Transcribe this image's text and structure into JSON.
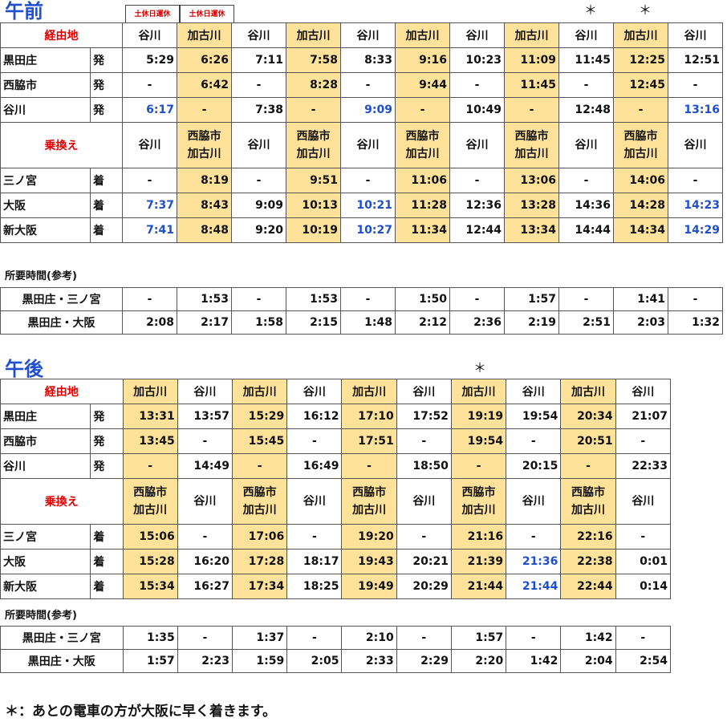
{
  "colors": {
    "accent": "#1f4fcf",
    "highlight": "#ffe29a",
    "red_label": "#e00000"
  },
  "am": {
    "title": "午前",
    "holiday_flag": "土休日運休",
    "star": "＊",
    "headers": {
      "via": "経由地",
      "transfer": "乗換え"
    },
    "routes": [
      "谷川",
      "加古川",
      "谷川",
      "加古川",
      "谷川",
      "加古川",
      "谷川",
      "加古川",
      "谷川",
      "加古川",
      "谷川"
    ],
    "transfers": [
      "谷川",
      "西脇市\n加古川",
      "谷川",
      "西脇市\n加古川",
      "谷川",
      "西脇市\n加古川",
      "谷川",
      "西脇市\n加古川",
      "谷川",
      "西脇市\n加古川",
      "谷川"
    ],
    "stops_top": [
      {
        "station": "黒田庄",
        "kind": "発",
        "times": [
          "5:29",
          "6:26",
          "7:11",
          "7:58",
          "8:33",
          "9:16",
          "10:23",
          "11:09",
          "11:45",
          "12:25",
          "12:51"
        ]
      },
      {
        "station": "西脇市",
        "kind": "発",
        "times": [
          "-",
          "6:42",
          "-",
          "8:28",
          "-",
          "9:44",
          "-",
          "11:45",
          "-",
          "12:45",
          "-"
        ]
      },
      {
        "station": "谷川",
        "kind": "発",
        "times": [
          "6:17",
          "-",
          "7:38",
          "-",
          "9:09",
          "-",
          "10:49",
          "-",
          "12:48",
          "-",
          "13:16"
        ]
      }
    ],
    "stops_bottom": [
      {
        "station": "三ノ宮",
        "kind": "着",
        "times": [
          "-",
          "8:19",
          "-",
          "9:51",
          "-",
          "11:06",
          "-",
          "13:06",
          "-",
          "14:06",
          "-"
        ]
      },
      {
        "station": "大阪",
        "kind": "着",
        "times": [
          "7:37",
          "8:43",
          "9:09",
          "10:13",
          "10:21",
          "11:28",
          "12:36",
          "13:28",
          "14:36",
          "14:28",
          "14:23"
        ]
      },
      {
        "station": "新大阪",
        "kind": "着",
        "times": [
          "7:41",
          "8:48",
          "9:20",
          "10:19",
          "10:27",
          "11:34",
          "12:44",
          "13:34",
          "14:44",
          "14:34",
          "14:29"
        ]
      }
    ],
    "required_title": "所要時間(参考)",
    "required": [
      {
        "label": "黒田庄・三ノ宮",
        "values": [
          "-",
          "1:53",
          "-",
          "1:53",
          "-",
          "1:50",
          "-",
          "1:57",
          "-",
          "1:41",
          "-"
        ]
      },
      {
        "label": "黒田庄・大阪",
        "values": [
          "2:08",
          "2:17",
          "1:58",
          "2:15",
          "1:48",
          "2:12",
          "2:36",
          "2:19",
          "2:51",
          "2:03",
          "1:32"
        ]
      }
    ]
  },
  "pm": {
    "title": "午後",
    "star": "＊",
    "headers": {
      "via": "経由地",
      "transfer": "乗換え"
    },
    "routes": [
      "加古川",
      "谷川",
      "加古川",
      "谷川",
      "加古川",
      "谷川",
      "加古川",
      "谷川",
      "加古川",
      "谷川"
    ],
    "transfers": [
      "西脇市\n加古川",
      "谷川",
      "西脇市\n加古川",
      "谷川",
      "西脇市\n加古川",
      "谷川",
      "西脇市\n加古川",
      "谷川",
      "西脇市\n加古川",
      "谷川"
    ],
    "stops_top": [
      {
        "station": "黒田庄",
        "kind": "発",
        "times": [
          "13:31",
          "13:57",
          "15:29",
          "16:12",
          "17:10",
          "17:52",
          "19:19",
          "19:54",
          "20:34",
          "21:07"
        ]
      },
      {
        "station": "西脇市",
        "kind": "発",
        "times": [
          "13:45",
          "-",
          "15:45",
          "-",
          "17:51",
          "-",
          "19:54",
          "-",
          "20:51",
          "-"
        ]
      },
      {
        "station": "谷川",
        "kind": "発",
        "times": [
          "-",
          "14:49",
          "-",
          "16:49",
          "-",
          "18:50",
          "-",
          "20:15",
          "-",
          "22:33"
        ]
      }
    ],
    "stops_bottom": [
      {
        "station": "三ノ宮",
        "kind": "着",
        "times": [
          "15:06",
          "-",
          "17:06",
          "-",
          "19:20",
          "-",
          "21:16",
          "-",
          "22:16",
          "-"
        ]
      },
      {
        "station": "大阪",
        "kind": "着",
        "times": [
          "15:28",
          "16:20",
          "17:28",
          "18:17",
          "19:43",
          "20:21",
          "21:39",
          "21:36",
          "22:38",
          "0:01"
        ]
      },
      {
        "station": "新大阪",
        "kind": "着",
        "times": [
          "15:34",
          "16:27",
          "17:34",
          "18:25",
          "19:49",
          "20:29",
          "21:44",
          "21:44",
          "22:44",
          "0:14"
        ]
      }
    ],
    "required_title": "所要時間(参考)",
    "required": [
      {
        "label": "黒田庄・三ノ宮",
        "values": [
          "1:35",
          "-",
          "1:37",
          "-",
          "2:10",
          "-",
          "1:57",
          "-",
          "1:42",
          "-"
        ]
      },
      {
        "label": "黒田庄・大阪",
        "values": [
          "1:57",
          "2:23",
          "1:59",
          "2:05",
          "2:33",
          "2:29",
          "2:20",
          "1:42",
          "2:04",
          "2:54"
        ]
      }
    ]
  },
  "footnote": "＊：あとの電車の方が大阪に早く着きます。"
}
